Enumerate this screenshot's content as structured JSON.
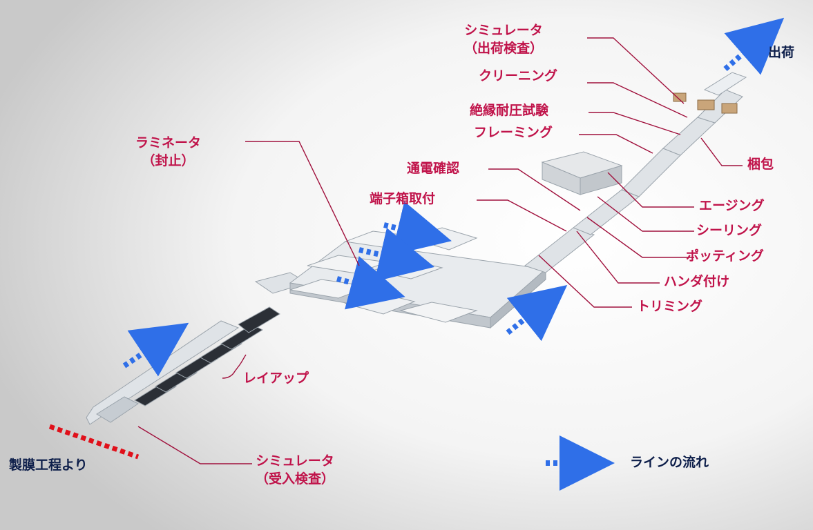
{
  "labels": {
    "sim_ship_1": "シミュレータ",
    "sim_ship_2": "（出荷検査）",
    "cleaning": "クリーニング",
    "insulation": "絶縁耐圧試験",
    "framing": "フレーミング",
    "laminator_1": "ラミネータ",
    "laminator_2": "（封止）",
    "continuity": "通電確認",
    "junction_box": "端子箱取付",
    "packing": "梱包",
    "aging": "エージング",
    "sealing": "シーリング",
    "potting": "ポッティング",
    "soldering": "ハンダ付け",
    "trimming": "トリミング",
    "layup": "レイアップ",
    "sim_in_1": "シミュレータ",
    "sim_in_2": "（受入検査）",
    "from_film": "製膜工程より",
    "shipping": "出荷",
    "legend": "ラインの流れ"
  },
  "colors": {
    "label": "#c0134a",
    "dark_label": "#0d1e4a",
    "flow_arrow": "#2f6fe8",
    "entry_marker": "#e0101a",
    "leader": "#a0103c"
  }
}
